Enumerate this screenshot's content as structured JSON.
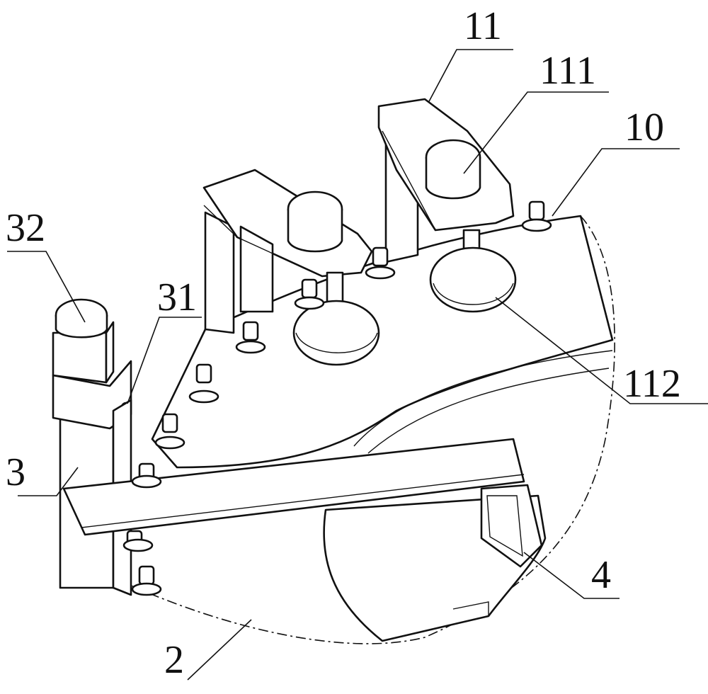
{
  "colors": {
    "line": "#111111",
    "background": "#ffffff"
  },
  "callouts": [
    {
      "id": "11",
      "text": "11"
    },
    {
      "id": "111",
      "text": "111"
    },
    {
      "id": "10",
      "text": "10"
    },
    {
      "id": "32",
      "text": "32"
    },
    {
      "id": "31",
      "text": "31"
    },
    {
      "id": "3",
      "text": "3"
    },
    {
      "id": "112",
      "text": "112"
    },
    {
      "id": "4",
      "text": "4"
    },
    {
      "id": "2",
      "text": "2"
    }
  ]
}
